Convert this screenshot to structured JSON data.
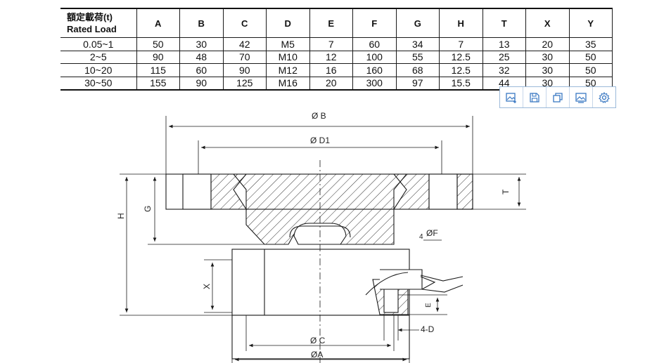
{
  "table": {
    "header_load_cn": "額定載荷(t)",
    "header_load_en": "Rated Load",
    "columns": [
      "A",
      "B",
      "C",
      "D",
      "E",
      "F",
      "G",
      "H",
      "T",
      "X",
      "Y"
    ],
    "rows": [
      {
        "load": "0.05~1",
        "values": [
          "50",
          "30",
          "42",
          "M5",
          "7",
          "60",
          "34",
          "7",
          "13",
          "20",
          "35"
        ]
      },
      {
        "load": "2~5",
        "values": [
          "90",
          "48",
          "70",
          "M10",
          "12",
          "100",
          "55",
          "12.5",
          "25",
          "30",
          "50"
        ]
      },
      {
        "load": "10~20",
        "values": [
          "115",
          "60",
          "90",
          "M12",
          "16",
          "160",
          "68",
          "12.5",
          "32",
          "30",
          "50"
        ]
      },
      {
        "load": "30~50",
        "values": [
          "155",
          "90",
          "125",
          "M16",
          "20",
          "300",
          "97",
          "15.5",
          "44",
          "30",
          "50"
        ]
      }
    ]
  },
  "toolbar": [
    {
      "name": "edit-image-button",
      "icon": "image-plus-icon"
    },
    {
      "name": "save-button",
      "icon": "save-icon"
    },
    {
      "name": "copy-button",
      "icon": "copy-icon"
    },
    {
      "name": "image-search-button",
      "icon": "image-search-icon"
    },
    {
      "name": "settings-button",
      "icon": "gear-icon"
    }
  ],
  "drawing": {
    "label_b": "Ø B",
    "label_d1": "Ø D1",
    "label_t": "T",
    "label_h": "H",
    "label_g": "G",
    "label_f": "ØF",
    "label_f_count": "4",
    "label_x": "X",
    "label_e": "E",
    "label_4d": "4-D",
    "label_c": "Ø C",
    "label_a": "ØA"
  },
  "colors": {
    "line": "#1a1a1a",
    "toolbar_border": "#9bb9d9",
    "toolbar_icon": "#3a78c2"
  }
}
